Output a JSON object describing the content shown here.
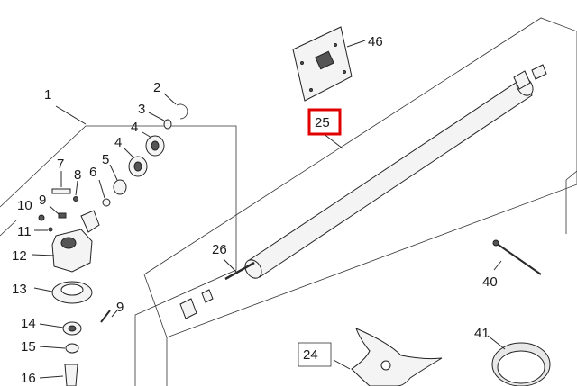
{
  "callouts": {
    "c1": "1",
    "c2": "2",
    "c3": "3",
    "c4a": "4",
    "c4b": "4",
    "c5": "5",
    "c6": "6",
    "c7": "7",
    "c8": "8",
    "c9a": "9",
    "c9b": "9",
    "c10": "10",
    "c11": "11",
    "c12": "12",
    "c13": "13",
    "c14": "14",
    "c15": "15",
    "c16": "16",
    "c24": "24",
    "c25": "25",
    "c26": "26",
    "c40": "40",
    "c41": "41",
    "c46": "46"
  },
  "highlight": {
    "color": "#e00000",
    "label_ref": "25"
  }
}
